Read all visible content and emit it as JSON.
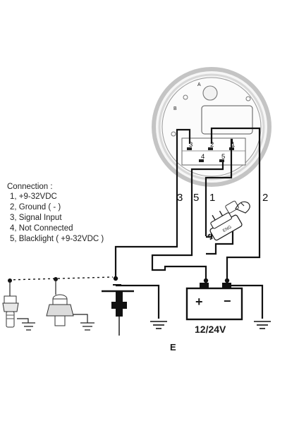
{
  "legend": {
    "title": "Connection :",
    "items": [
      "1,  +9-32VDC",
      "2,  Ground ( - )",
      "3,  Signal  Input",
      "4,  Not Connected",
      "5,  Blacklight ( +9-32VDC )"
    ]
  },
  "gauge": {
    "letter_a": "A",
    "letter_b": "B",
    "pin_labels": [
      "3",
      "2",
      "1",
      "4",
      "5"
    ]
  },
  "wire_labels": [
    "3",
    "5",
    "1",
    "2"
  ],
  "ignition_switch": {
    "label": "ENG"
  },
  "battery": {
    "voltage_label": "12/24V",
    "plus_sign": "+",
    "minus_sign": "−"
  },
  "footer_letter": "E",
  "colors": {
    "ink": "#111111",
    "gauge_ring": "#b8b8b8",
    "paper": "#ffffff"
  }
}
